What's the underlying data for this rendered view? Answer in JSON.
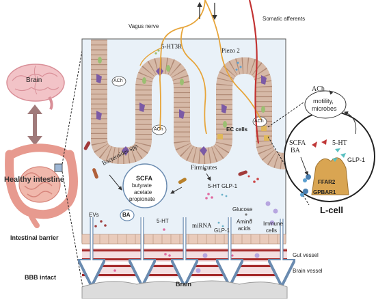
{
  "left": {
    "brain": "Brain",
    "intestine": "Healthy intestine",
    "barrier": "Intestinal barrier",
    "bbb": "BBB intact"
  },
  "top": {
    "vagus": "Vagus nerve",
    "somatic": "Somatic afferents",
    "receptor_5ht3r": "5-HT3R",
    "piezo": "Piezo 2"
  },
  "panel": {
    "ach": "ACh",
    "ec_cells": "EC cells",
    "bacteroides": "Bacteroides spp",
    "firmicutes": "Firmicutes",
    "scfa_title": "SCFA",
    "scfa_items": [
      "butyrate",
      "acetate",
      "propionate"
    ],
    "ba": "BA",
    "ht5": "5-HT",
    "glp1": "GLP-1",
    "glucose": "Glucose",
    "amino": [
      "Amino",
      "acids"
    ],
    "immune": [
      "Immune",
      "cells"
    ],
    "evs": "EVs",
    "mirna": "miRNA"
  },
  "vessels": {
    "gut": "Gut vessel",
    "brain_vessel": "Brain vessel",
    "brain": "Brain"
  },
  "lcell": {
    "ach": "ACh",
    "motility": [
      "motility,",
      "microbes"
    ],
    "scfa": "SCFA",
    "ba": "BA",
    "ht5": "5-HT",
    "glp1": "GLP-1",
    "ffar2": "FFAR2",
    "gpbar1": "GPBAR1",
    "title": "L-cell"
  },
  "colors": {
    "nerve": "#e7a53a",
    "somatic": "#c23333",
    "lumen": "#e9f1f8",
    "cell": "#d6b9a7",
    "vessel": "#a52a2a",
    "arrow": "#a07a7a",
    "lcell": "#d9a552"
  }
}
